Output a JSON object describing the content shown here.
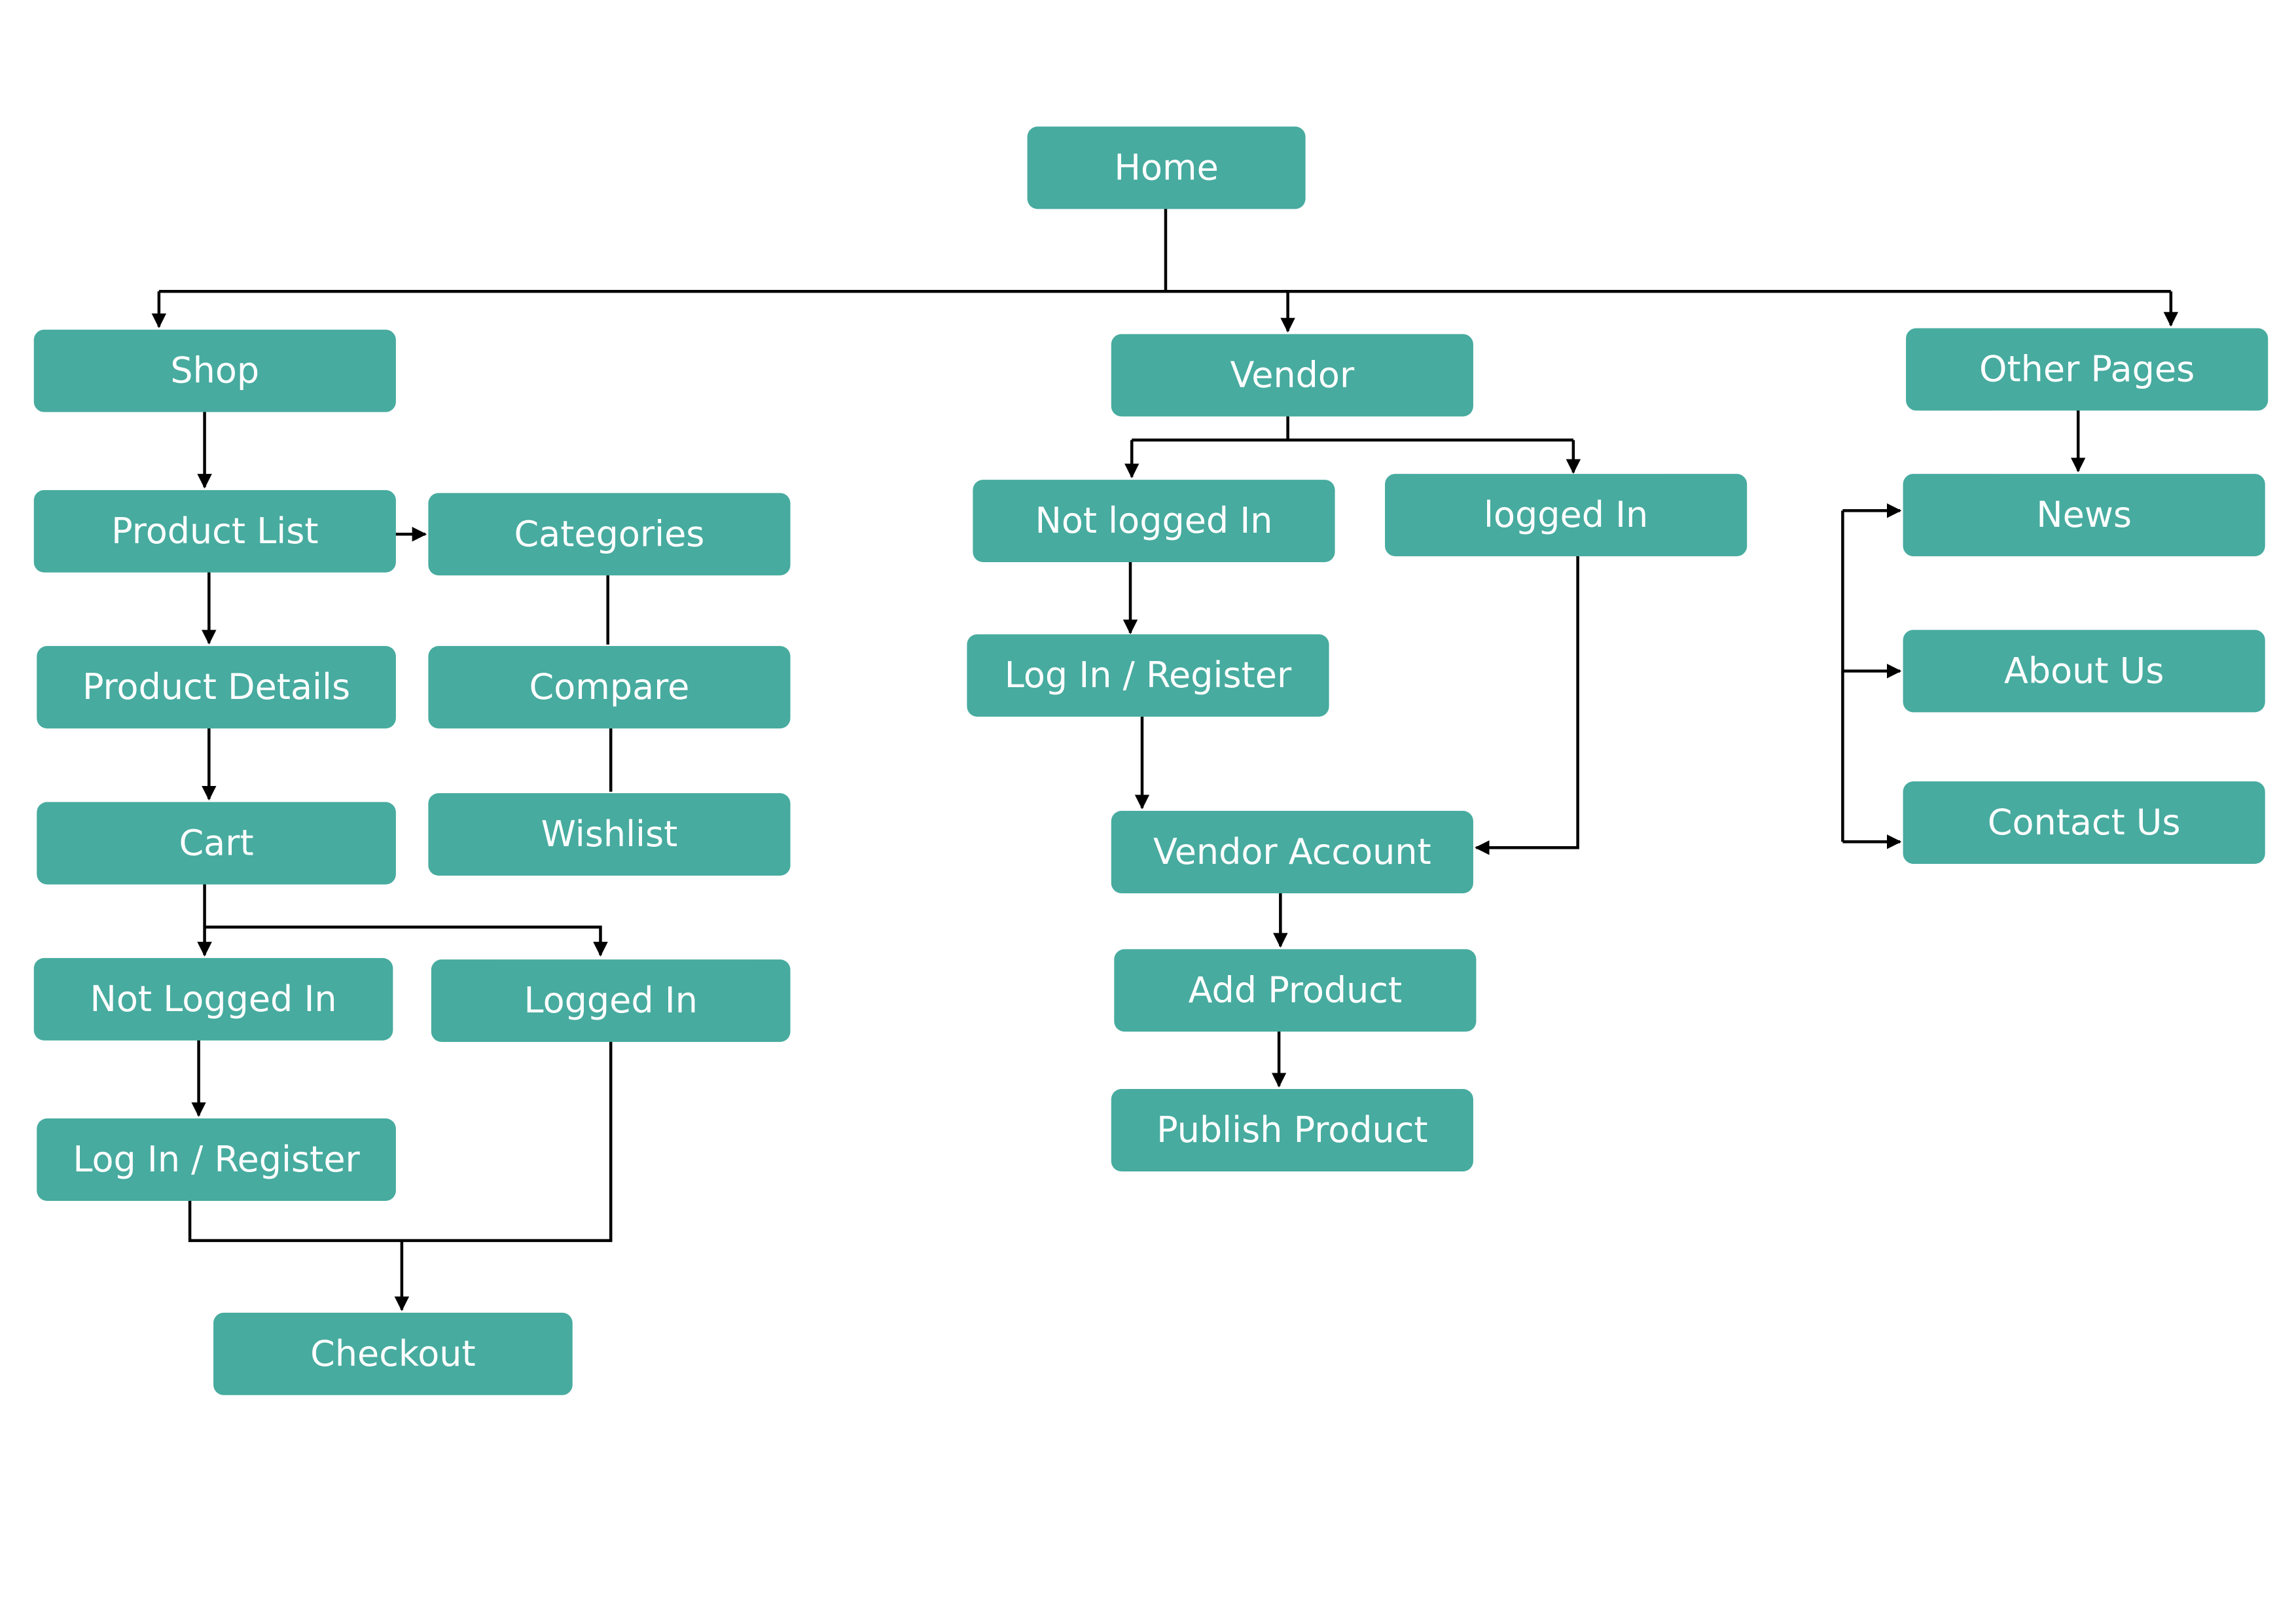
{
  "colors": {
    "node_fill": "#47ab9f",
    "node_text": "#ffffff",
    "connector": "#000000"
  },
  "nodes": {
    "home": "Home",
    "shop": "Shop",
    "vendor": "Vendor",
    "other_pages": "Other Pages",
    "product_list": "Product List",
    "categories": "Categories",
    "product_details": "Product Details",
    "compare": "Compare",
    "cart": "Cart",
    "wishlist": "Wishlist",
    "shop_not_logged_in": "Not Logged In",
    "shop_logged_in": "Logged In",
    "shop_login_register": "Log In / Register",
    "checkout": "Checkout",
    "vendor_not_logged_in": "Not logged In",
    "vendor_logged_in": "logged In",
    "vendor_login_register": "Log In / Register",
    "vendor_account": "Vendor Account",
    "add_product": "Add Product",
    "publish_product": "Publish Product",
    "news": "News",
    "about_us": "About Us",
    "contact_us": "Contact Us"
  }
}
